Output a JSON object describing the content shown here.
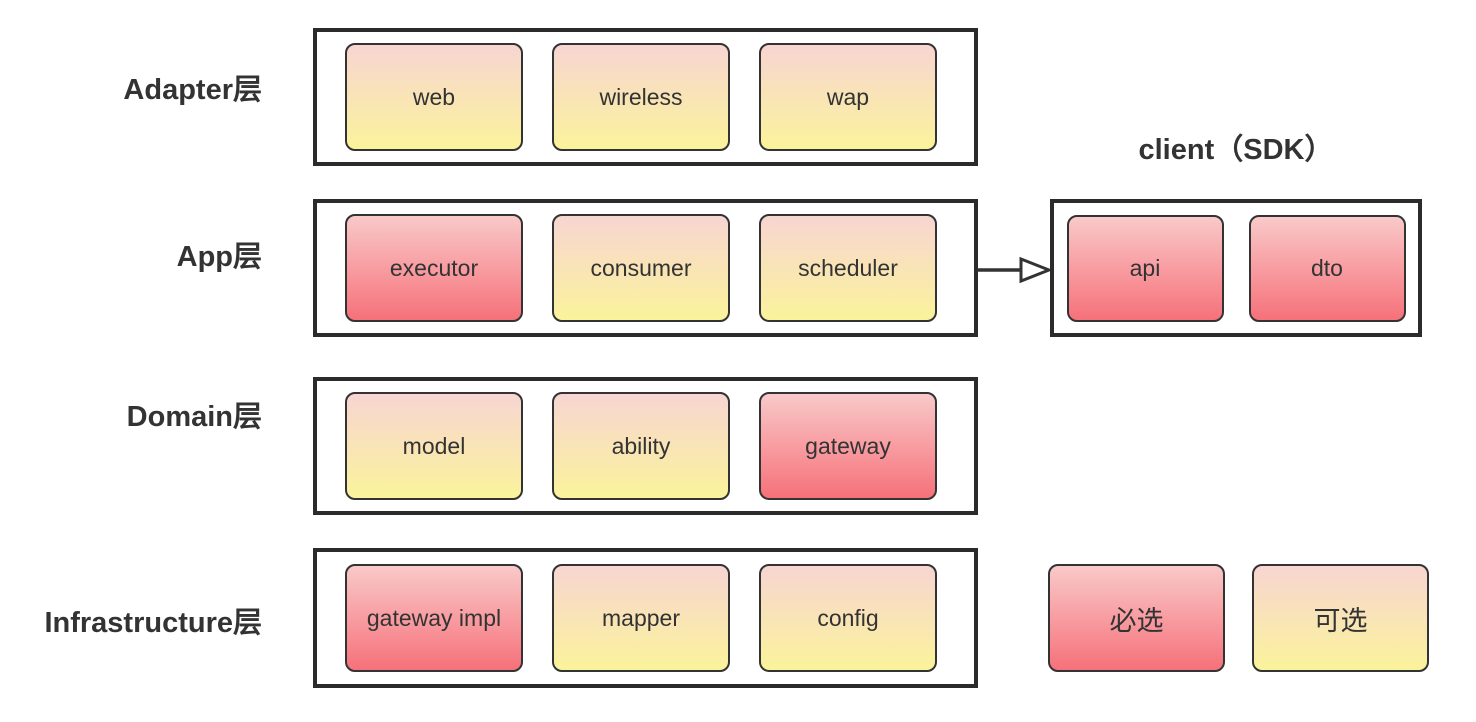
{
  "colors": {
    "background": "#ffffff",
    "text": "#333333",
    "container_border": "#2b2b2b",
    "box_border": "#333333",
    "required_top": "#f9c9c9",
    "required_bottom": "#f6717a",
    "optional_top": "#f8d5d2",
    "optional_bottom": "#faf39b"
  },
  "layers": [
    {
      "label": "Adapter层",
      "modules": [
        {
          "text": "web",
          "variant": "optional"
        },
        {
          "text": "wireless",
          "variant": "optional"
        },
        {
          "text": "wap",
          "variant": "optional"
        }
      ]
    },
    {
      "label": "App层",
      "modules": [
        {
          "text": "executor",
          "variant": "required"
        },
        {
          "text": "consumer",
          "variant": "optional"
        },
        {
          "text": "scheduler",
          "variant": "optional"
        }
      ]
    },
    {
      "label": "Domain层",
      "modules": [
        {
          "text": "model",
          "variant": "optional"
        },
        {
          "text": "ability",
          "variant": "optional"
        },
        {
          "text": "gateway",
          "variant": "required"
        }
      ]
    },
    {
      "label": "Infrastructure层",
      "modules": [
        {
          "text": "gateway impl",
          "variant": "required"
        },
        {
          "text": "mapper",
          "variant": "optional"
        },
        {
          "text": "config",
          "variant": "optional"
        }
      ]
    }
  ],
  "client": {
    "title": "client（SDK）",
    "modules": [
      {
        "text": "api",
        "variant": "required"
      },
      {
        "text": "dto",
        "variant": "required"
      }
    ]
  },
  "legend": [
    {
      "text": "必选",
      "variant": "required"
    },
    {
      "text": "可选",
      "variant": "optional"
    }
  ]
}
